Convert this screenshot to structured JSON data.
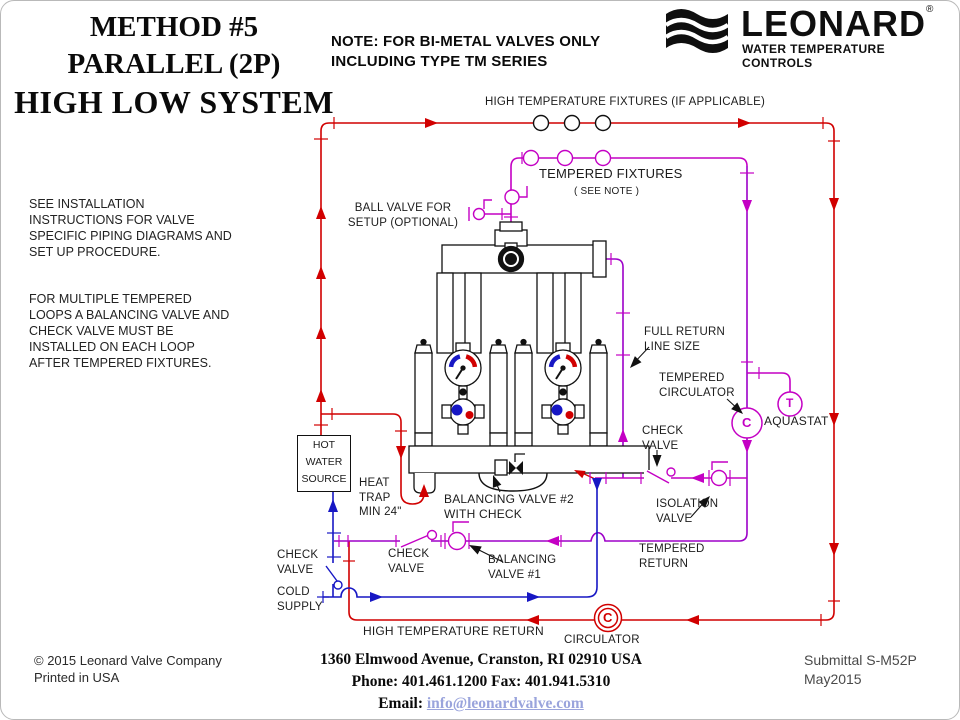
{
  "title": {
    "line1": "METHOD #5",
    "line2": "PARALLEL (2P)",
    "line3": "HIGH LOW SYSTEM"
  },
  "note": "NOTE: FOR BI-METAL VALVES ONLY\nINCLUDING TYPE TM SERIES",
  "logo": {
    "brand": "LEONARD",
    "registered": "®",
    "tagline": "WATER TEMPERATURE CONTROLS",
    "flag_icon": "leonard-flag-icon"
  },
  "instructions": {
    "para1": "SEE INSTALLATION\nINSTRUCTIONS  FOR VALVE\nSPECIFIC PIPING  DIAGRAMS AND\nSET UP PROCEDURE.",
    "para2": "FOR MULTIPLE  TEMPERED\nLOOPS A BALANCING  VALVE AND\nCHECK VALVE MUST BE\nINSTALLED  ON EACH LOOP\nAFTER TEMPERED  FIXTURES."
  },
  "diagram_labels": {
    "high_temp_fixtures": "HIGH TEMPERATURE FIXTURES (IF APPLICABLE)",
    "tempered_fixtures": "TEMPERED FIXTURES",
    "see_note": "( SEE NOTE )",
    "ball_valve_setup": "BALL VALVE FOR\nSETUP (OPTIONAL)",
    "full_return": "FULL RETURN\nLINE SIZE",
    "tempered_circulator": "TEMPERED\nCIRCULATOR",
    "aquastat": "AQUASTAT",
    "aquastat_symbol": "T",
    "tempered_circulator_symbol": "C",
    "check_valve_right": "CHECK\nVALVE",
    "isolation_valve": "ISOLATION\nVALVE",
    "tempered_return": "TEMPERED\nRETURN",
    "hot_water_source": "HOT\nWATER\nSOURCE",
    "heat_trap": "HEAT\nTRAP\nMIN 24\"",
    "balancing_valve2": "BALANCING VALVE #2\nWITH CHECK",
    "check_valve_mid": "CHECK\nVALVE",
    "balancing_valve1": "BALANCING\nVALVE #1",
    "check_valve_left": "CHECK\nVALVE",
    "cold_supply": "COLD\nSUPPLY",
    "high_temp_return": "HIGH TEMPERATURE RETURN",
    "circulator": "CIRCULATOR",
    "circulator_symbol": "C"
  },
  "footer": {
    "copyright": "© 2015 Leonard  Valve Company\nPrinted in USA",
    "address": "1360 Elmwood Avenue, Cranston, RI 02910 USA",
    "phone_fax": "Phone: 401.461.1200 Fax: 401.941.5310",
    "email_label": "Email:",
    "email": "info@leonardvalve.com",
    "submittal": "Submittal S-M52P\nMay2015"
  },
  "colors": {
    "hot": "#d10000",
    "cold": "#1717c4",
    "tempered": "#c400c4",
    "tempered2": "#9d00c8",
    "link": "#9aa4dc"
  }
}
